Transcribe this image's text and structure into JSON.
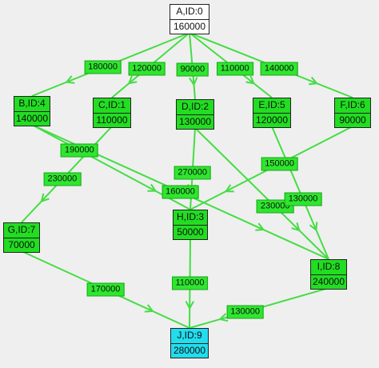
{
  "colors": {
    "edge": "#44dd44",
    "node": "#22dd22",
    "node_sink": "#22ddee",
    "node_source": "#ffffff"
  },
  "nodes": [
    {
      "id": "A",
      "label": "A,ID:0",
      "value": "160000",
      "kind": "source"
    },
    {
      "id": "B",
      "label": "B,ID:4",
      "value": "140000",
      "kind": "normal"
    },
    {
      "id": "C",
      "label": "C,ID:1",
      "value": "110000",
      "kind": "normal"
    },
    {
      "id": "D",
      "label": "D,ID:2",
      "value": "130000",
      "kind": "normal"
    },
    {
      "id": "E",
      "label": "E,ID:5",
      "value": "120000",
      "kind": "normal"
    },
    {
      "id": "F",
      "label": "F,ID:6",
      "value": "90000",
      "kind": "normal"
    },
    {
      "id": "G",
      "label": "G,ID:7",
      "value": "70000",
      "kind": "normal"
    },
    {
      "id": "H",
      "label": "H,ID:3",
      "value": "50000",
      "kind": "normal"
    },
    {
      "id": "I",
      "label": "I,ID:8",
      "value": "240000",
      "kind": "normal"
    },
    {
      "id": "J",
      "label": "J,ID:9",
      "value": "280000",
      "kind": "sink"
    }
  ],
  "edges": [
    {
      "from": "A",
      "to": "B",
      "label": "180000"
    },
    {
      "from": "A",
      "to": "C",
      "label": "120000"
    },
    {
      "from": "A",
      "to": "D",
      "label": "90000"
    },
    {
      "from": "A",
      "to": "E",
      "label": "110000"
    },
    {
      "from": "A",
      "to": "F",
      "label": "140000"
    },
    {
      "from": "B",
      "to": "H",
      "label": "190000"
    },
    {
      "from": "B",
      "to": "I",
      "label": "160000"
    },
    {
      "from": "C",
      "to": "G",
      "label": "230000"
    },
    {
      "from": "D",
      "to": "H",
      "label": "270000"
    },
    {
      "from": "D",
      "to": "I",
      "label": "230000"
    },
    {
      "from": "E",
      "to": "I",
      "label": "130000"
    },
    {
      "from": "F",
      "to": "H",
      "label": "150000"
    },
    {
      "from": "G",
      "to": "J",
      "label": "170000"
    },
    {
      "from": "H",
      "to": "J",
      "label": "110000"
    },
    {
      "from": "I",
      "to": "J",
      "label": "130000"
    }
  ]
}
